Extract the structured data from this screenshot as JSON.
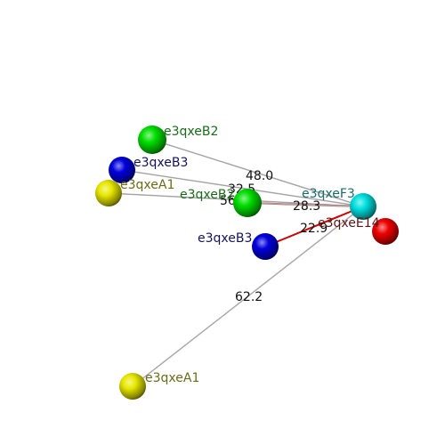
{
  "atoms": [
    {
      "id": "B2_top",
      "label": "e3qxeB2",
      "color": "#00e000",
      "label_color": "#1a6b1a"
    },
    {
      "id": "B3_top",
      "label": "e3qxeB3",
      "color": "#0000dd",
      "label_color": "#14145c"
    },
    {
      "id": "A1_top",
      "label": "e3qxeA1",
      "color": "#e8e800",
      "label_color": "#6b6b1a"
    },
    {
      "id": "B2_mid",
      "label": "e3qxeB2",
      "color": "#00e000",
      "label_color": "#1a6b1a"
    },
    {
      "id": "B3_mid",
      "label": "e3qxeB3",
      "color": "#0000dd",
      "label_color": "#14145c"
    },
    {
      "id": "F3",
      "label": "e3qxeF3",
      "color": "#00e0e0",
      "label_color": "#1a6b6b"
    },
    {
      "id": "E14",
      "label": "e3qxeE14",
      "color": "#ee0000",
      "label_color": "#5c1414"
    },
    {
      "id": "A1_bot",
      "label": "e3qxeA1",
      "color": "#e8e800",
      "label_color": "#6b6b1a"
    }
  ],
  "bonds": [
    {
      "from": "B2_top",
      "to": "F3",
      "label": "48.0",
      "color": "#bbbbbb"
    },
    {
      "from": "B3_top",
      "to": "F3",
      "label": "",
      "color": "#bbbbbb"
    },
    {
      "from": "A1_top",
      "to": "F3",
      "label": "56",
      "color": "#bbbbbb"
    },
    {
      "from": "B2_mid",
      "to": "F3",
      "label": "28.3",
      "color": "#cc0000"
    },
    {
      "from": "B2_mid",
      "to": "F3",
      "label": "32.5",
      "color": "#bbbbbb"
    },
    {
      "from": "B3_mid",
      "to": "F3",
      "label": "22.9",
      "color": "#cc0000"
    },
    {
      "from": "A1_bot",
      "to": "F3",
      "label": "62.2",
      "color": "#bbbbbb"
    }
  ]
}
